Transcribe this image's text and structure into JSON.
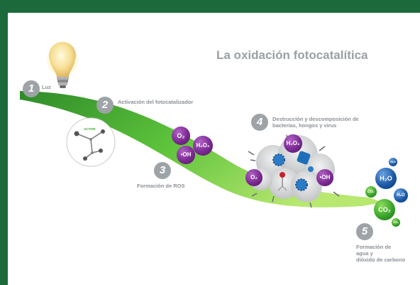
{
  "title": "La oxidación fotocatalítica",
  "steps": [
    {
      "num": "1",
      "label": "Luz"
    },
    {
      "num": "2",
      "label": "Activación del fotocatalizador"
    },
    {
      "num": "3",
      "label": "Formación de ROS"
    },
    {
      "num": "4",
      "label_line1": "Destrucción y descomposición de",
      "label_line2": "bacterias, hongos y virus"
    },
    {
      "num": "5",
      "label_line1": "Formación de",
      "label_line2": "agua y",
      "label_line3": "dióxido de carbono"
    }
  ],
  "catalyst_tag": "ACTIVE",
  "molecules": {
    "ros_o2": "O₂",
    "ros_h2o2": "H₂O₂",
    "ros_oh": "•OH",
    "cloud_h2o2": "H₂O₂",
    "cloud_o2": "O₂",
    "cloud_oh": "•OH",
    "h2o_big": "H₂O",
    "h2o_small": "H₂O",
    "h2o_tiny": "H₂O",
    "co2_big": "CO₂",
    "co2_small": "CO₂",
    "co2_tiny": "CO₂"
  },
  "colors": {
    "frame": "#1c6a3c",
    "arrow": "#4cb035",
    "step_badge": "#9ea3a7",
    "ros": "#7b2a92"
  }
}
